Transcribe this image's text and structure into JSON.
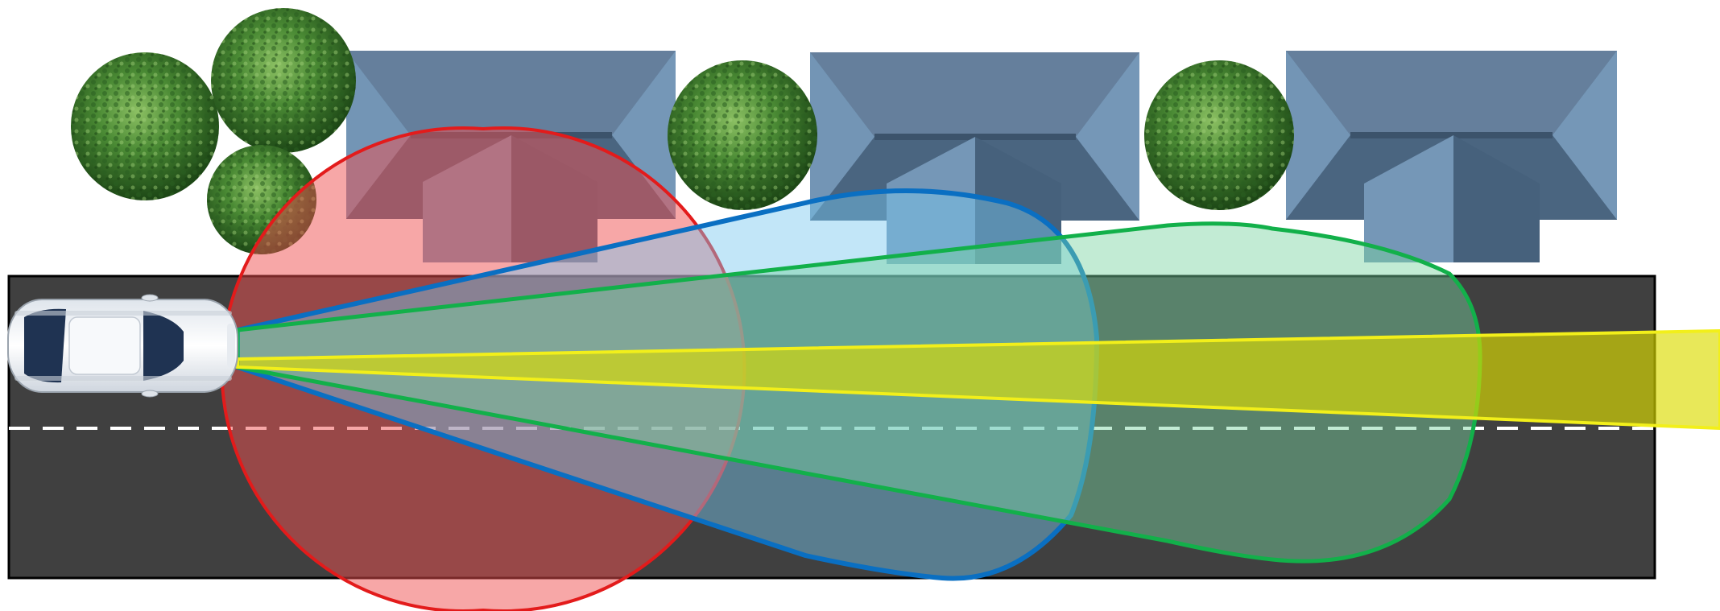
{
  "scene": {
    "type": "sensor-coverage-diagram",
    "icons": [
      "tree-icon",
      "house-icon",
      "car-icon"
    ],
    "colors": {
      "background": "#ffffff",
      "road": "#404040",
      "road_border": "#000000",
      "lane_marking": "#ffffff",
      "house_roof": "#5d7996",
      "house_roof_light": "#7393b3",
      "house_roof_dark": "#45607a",
      "tree_dark": "#1f4f1a",
      "tree_mid": "#3f7a2e",
      "tree_light": "#7fb35a",
      "car_body": "#f2f4f7",
      "car_glass": "#1f3352"
    },
    "zones": [
      {
        "id": "red-zone",
        "stroke": "#e31b1b",
        "fill": "rgba(240,80,80,0.5)"
      },
      {
        "id": "blue-zone",
        "stroke": "#0a6fc2",
        "fill": "rgba(120,200,240,0.45)"
      },
      {
        "id": "green-zone",
        "stroke": "#12b04a",
        "fill": "rgba(120,210,160,0.45)"
      },
      {
        "id": "yellow-zone",
        "stroke": "#f2ef1a",
        "fill": "rgba(220,220,0,0.65)"
      }
    ]
  }
}
